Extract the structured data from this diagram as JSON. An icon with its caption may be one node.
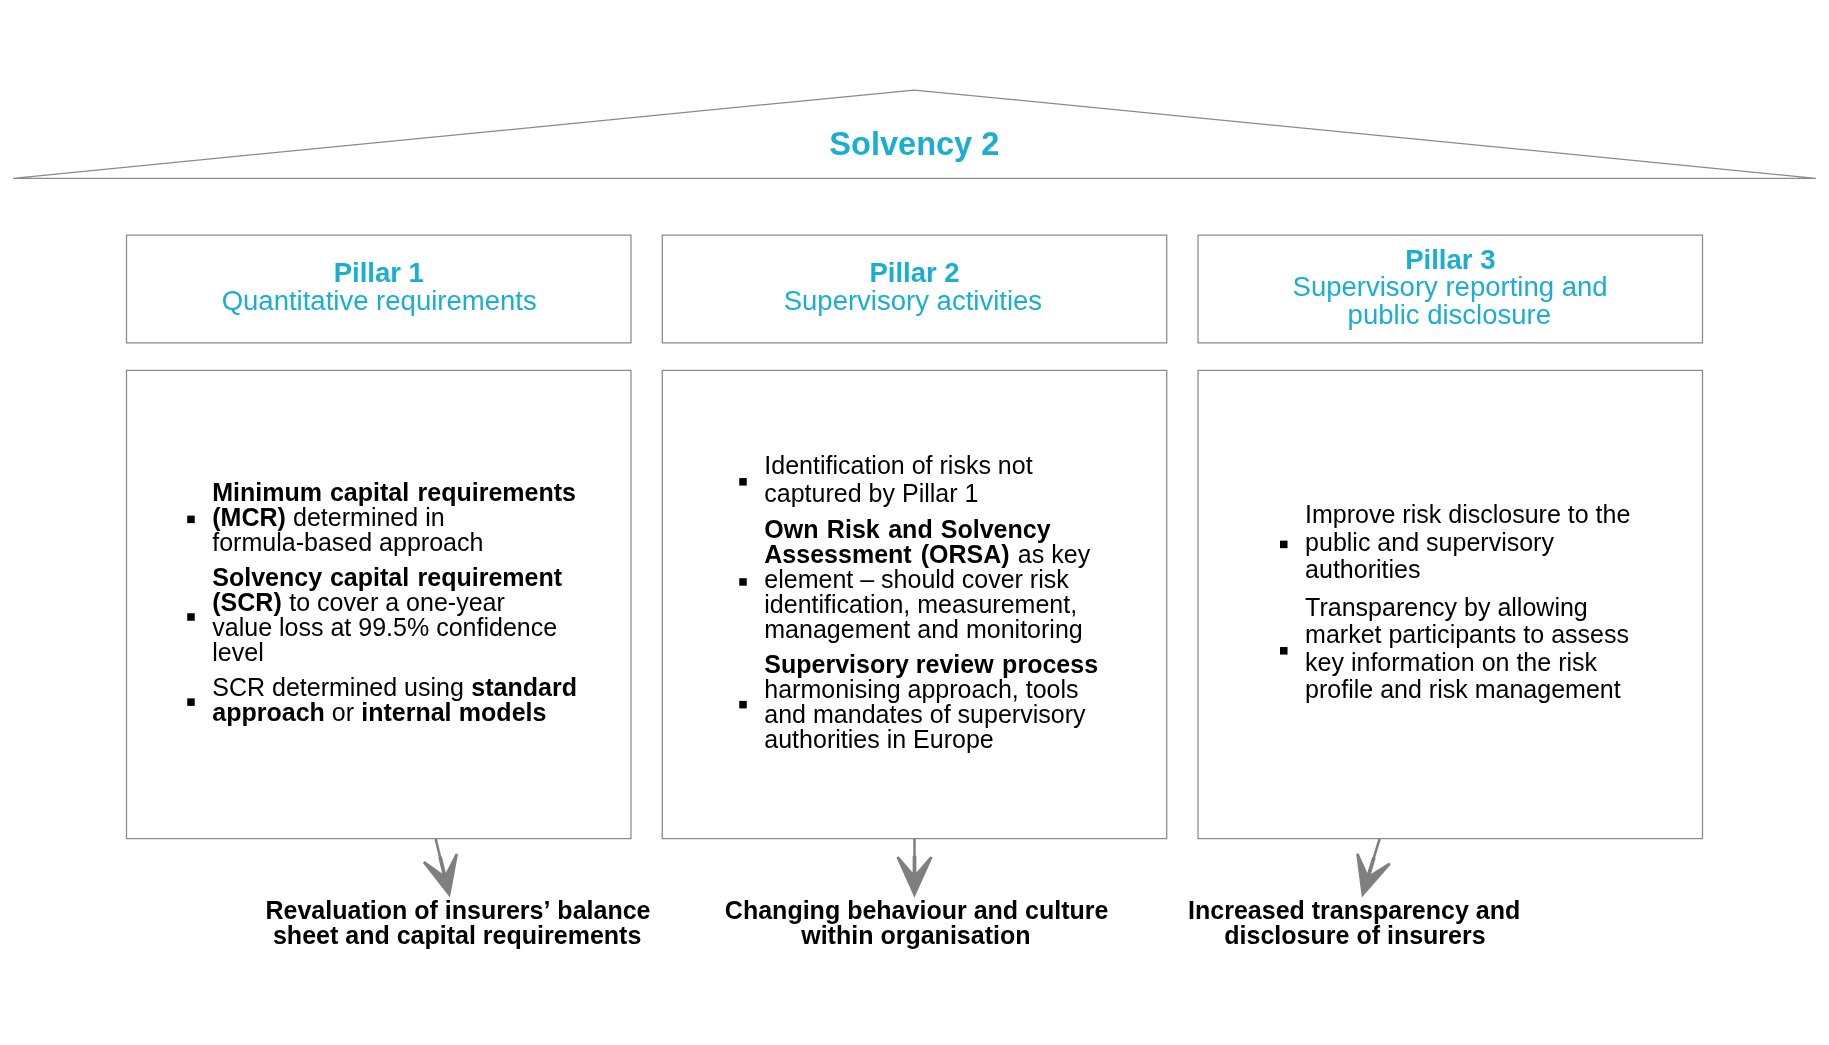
{
  "diagram": {
    "nodes": [
      {
        "text": [
          "Solvency 2"
        ]
      },
      {
        "text": [
          "Pillar 1",
          "Quantitative requirements"
        ]
      },
      {
        "text": [
          "Pillar 2",
          "Supervisory activities"
        ]
      },
      {
        "text": [
          "Pillar 3",
          "Supervisory reporting and public disclosure"
        ]
      },
      {
        "text": [
          "**Minimum capital requirements (MCR)** determined in formula-based approach",
          "**Solvency capital requirement (SCR)** to cover a one-year value loss at 99.5% confidence level",
          "SCR determined using **standard approach** or **internal models**"
        ]
      },
      {
        "text": [
          "Identification of risks not captured by Pillar 1",
          "**Own Risk and Solvency Assessment (ORSA)** as key element – should cover risk identification, measurement, management and monitoring",
          "**Supervisory review process** harmonising approach, tools and mandates of supervisory authorities in Europe"
        ]
      },
      {
        "text": [
          "Improve risk disclosure to the public and supervisory authorities",
          "Transparency by allowing market participants to assess key information on the risk profile and risk management"
        ]
      },
      {
        "text": [
          "Revaluation of insurers’ balance sheet and capital requirements"
        ]
      },
      {
        "text": [
          "Changing behaviour and culture within organisation"
        ]
      },
      {
        "text": [
          "Increased transparency and disclosure of insurers"
        ]
      }
    ],
    "edges": [
      {
        "from": 4,
        "to": 7,
        "arrow": "to"
      },
      {
        "from": 5,
        "to": 8,
        "arrow": "to"
      },
      {
        "from": 6,
        "to": 9,
        "arrow": "to"
      }
    ]
  }
}
